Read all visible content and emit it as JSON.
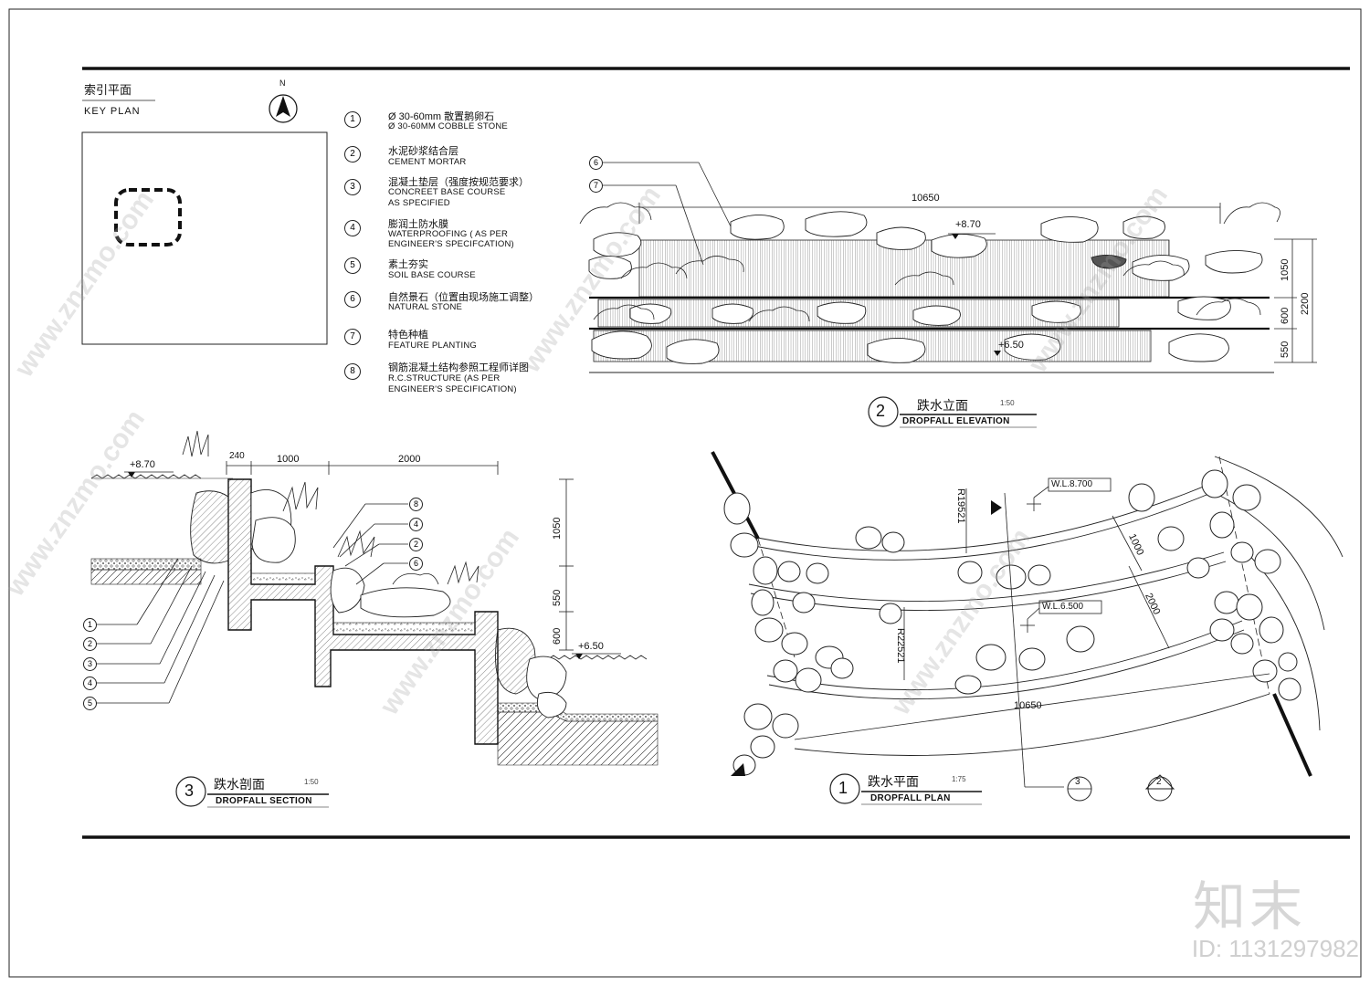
{
  "key_plan": {
    "title_cn": "索引平面",
    "title_en": "KEY PLAN",
    "north": "N"
  },
  "legend": [
    {
      "num": "1",
      "cn": "Ø 30-60mm 散置鹅卵石",
      "en": [
        "Ø 30-60MM COBBLE STONE"
      ]
    },
    {
      "num": "2",
      "cn": "水泥砂浆结合层",
      "en": [
        "CEMENT MORTAR"
      ]
    },
    {
      "num": "3",
      "cn": "混凝土垫层（强度按规范要求）",
      "en": [
        "CONCREET BASE COURSE",
        "AS SPECIFIED"
      ]
    },
    {
      "num": "4",
      "cn": "膨润土防水膜",
      "en": [
        "WATERPROOFING ( AS  PER",
        "ENGINEER'S SPECIFCATION)"
      ]
    },
    {
      "num": "5",
      "cn": "素土夯实",
      "en": [
        "SOIL BASE COURSE"
      ]
    },
    {
      "num": "6",
      "cn": "自然景石（位置由现场施工调整）",
      "en": [
        "NATURAL STONE"
      ]
    },
    {
      "num": "7",
      "cn": "特色种植",
      "en": [
        "FEATURE PLANTING"
      ]
    },
    {
      "num": "8",
      "cn": "钢筋混凝土结构参照工程师详图",
      "en": [
        "R.C.STRUCTURE (AS PER",
        "ENGINEER'S SPECIFICATION)"
      ]
    }
  ],
  "elevation": {
    "num": "2",
    "title_cn": "跌水立面",
    "title_en": "DROPFALL ELEVATION",
    "scale": "1:50",
    "dim_width": "10650",
    "level_top": "+8.70",
    "level_bottom": "+6.50",
    "dims_right": [
      "1050",
      "600",
      "550"
    ],
    "dim_total": "2200",
    "callouts": [
      "6",
      "7"
    ]
  },
  "section": {
    "num": "3",
    "title_cn": "跌水剖面",
    "title_en": "DROPFALL SECTION",
    "scale": "1:50",
    "level_top": "+8.70",
    "level_bottom": "+6.50",
    "dims_top": [
      "240",
      "1000",
      "2000"
    ],
    "dims_right": [
      "1050",
      "550",
      "600"
    ],
    "callouts_left": [
      "1",
      "2",
      "3",
      "4",
      "5"
    ],
    "callouts_mid": [
      "8",
      "4",
      "2",
      "6"
    ]
  },
  "plan": {
    "num": "1",
    "title_cn": "跌水平面",
    "title_en": "DROPFALL PLAN",
    "scale": "1:75",
    "wl_top": "W.L.8.700",
    "wl_bottom": "W.L.6.500",
    "radius_top": "R19521",
    "radius_bottom": "R22521",
    "dim_a": "1000",
    "dim_b": "2000",
    "dim_len": "10650",
    "section_mark": "3",
    "elev_mark": "2"
  },
  "watermark": {
    "text": "www.znzmo.com",
    "brand": "知末",
    "id": "ID: 1131297982"
  }
}
